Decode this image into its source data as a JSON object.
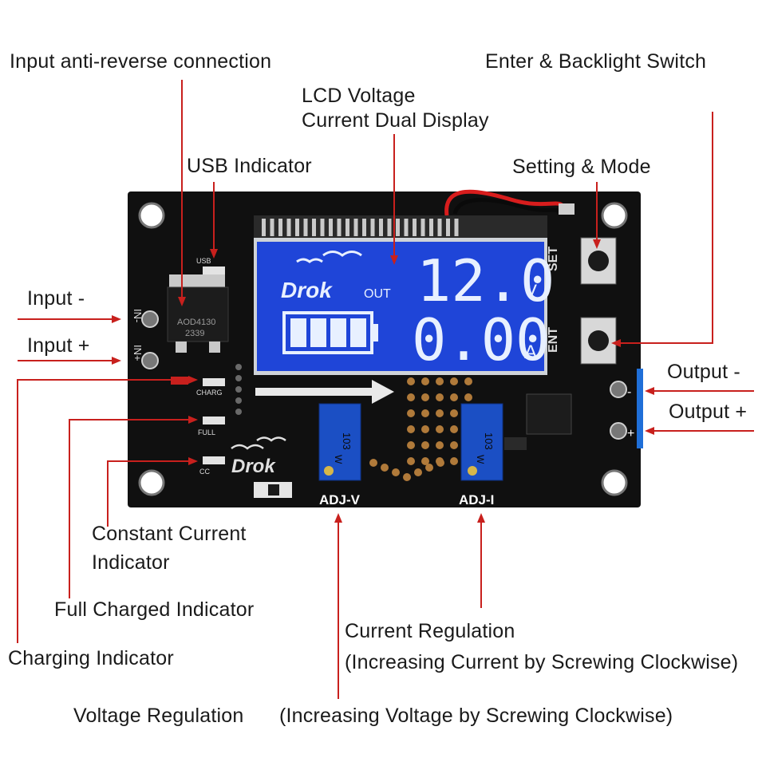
{
  "labels": {
    "input_anti_reverse": "Input anti-reverse connection",
    "enter_backlight": "Enter & Backlight Switch",
    "lcd_line1": "LCD Voltage",
    "lcd_line2": "Current Dual Display",
    "usb_indicator": "USB Indicator",
    "setting_mode": "Setting & Mode",
    "input_minus": "Input -",
    "input_plus": "Input +",
    "output_minus": "Output -",
    "output_plus": "Output +",
    "cc_line1": "Constant Current",
    "cc_line2": "Indicator",
    "full_charged": "Full Charged Indicator",
    "charging": "Charging Indicator",
    "current_reg_line1": "Current Regulation",
    "current_reg_line2": "(Increasing Current by Screwing Clockwise)",
    "voltage_reg": "Voltage Regulation",
    "voltage_reg_note": "(Increasing Voltage by Screwing Clockwise)"
  },
  "board": {
    "brand": "Drok",
    "lcd_out": "OUT",
    "lcd_voltage": "12.0",
    "lcd_voltage_unit": "V",
    "lcd_current": "0.00",
    "lcd_current_unit": "A",
    "battery_bars": 4,
    "btn_set": "SET",
    "btn_ent": "ENT",
    "usb_led": "USB",
    "charge_led": "CHARG",
    "full_led": "FULL",
    "cc_led": "CC",
    "adj_v": "ADJ-V",
    "adj_i": "ADJ-I",
    "pot_code": "103",
    "pot_mark": "W",
    "ic_line1": "AOD4130",
    "ic_line2": "2339",
    "in_minus": "IN-",
    "in_plus": "IN+",
    "out_minus": "-",
    "out_plus": "+"
  },
  "colors": {
    "arrow": "#c8201d",
    "pcb": "#111111",
    "lcd": "#1f45d8",
    "lcd_text": "#e8f0ff",
    "pot": "#1b4fc4"
  }
}
